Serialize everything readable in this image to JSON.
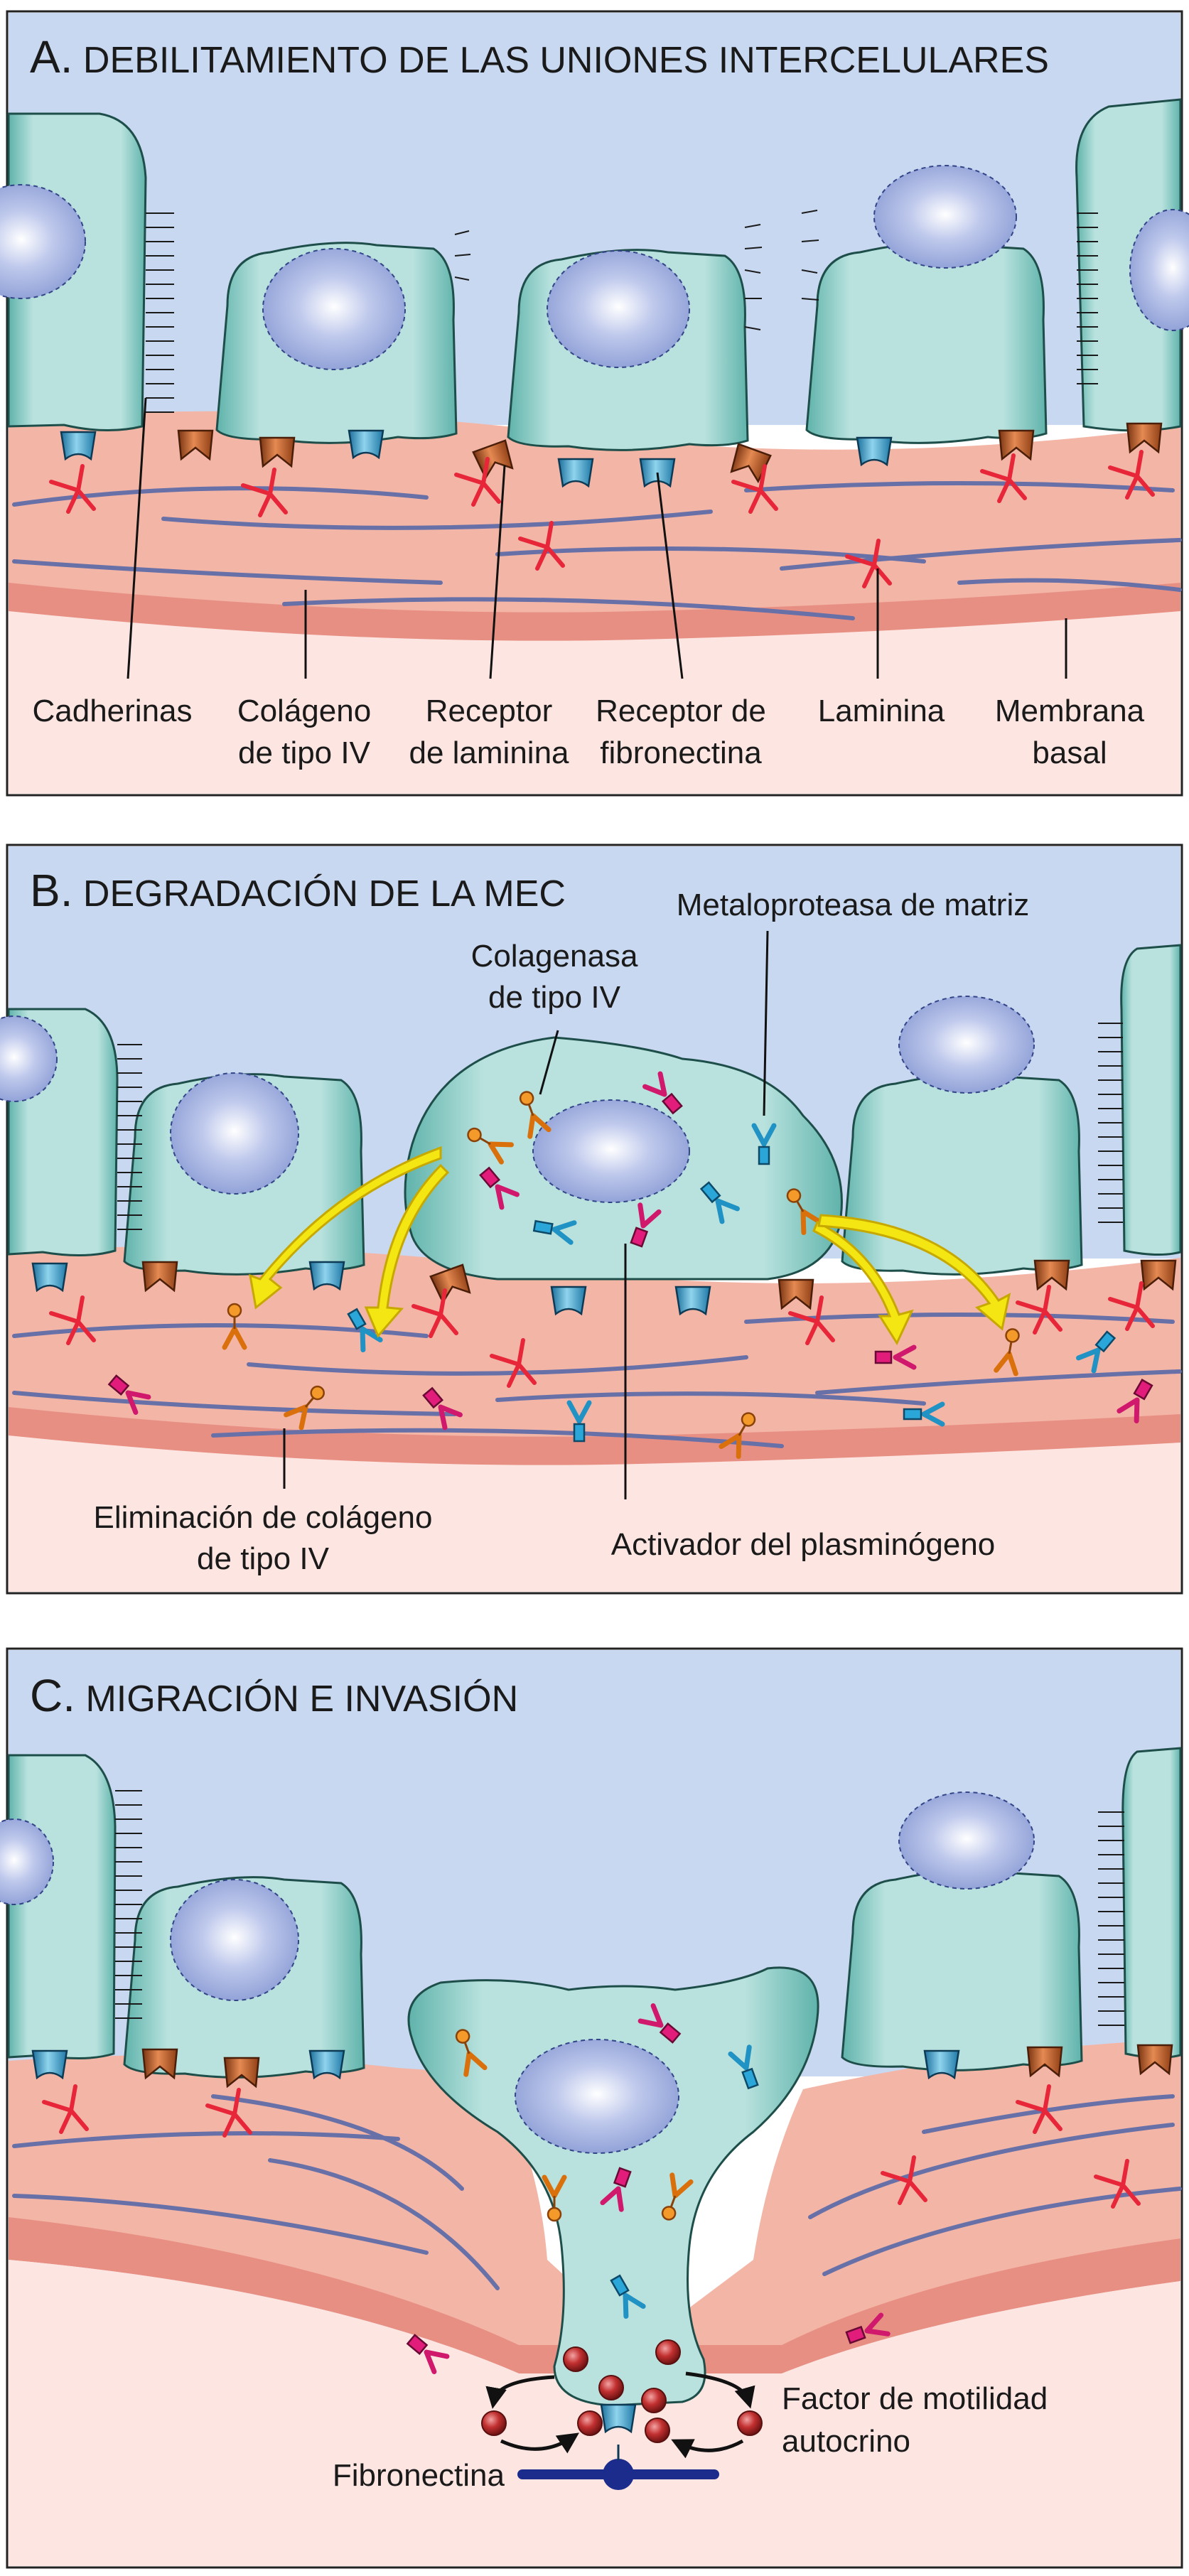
{
  "panels": [
    {
      "letter": "A.",
      "title": "DEBILITAMIENTO DE LAS UNIONES INTERCELULARES",
      "labels": {
        "cadherins": "Cadherinas",
        "collagen_1": "Colágeno",
        "collagen_2": "de tipo IV",
        "laminin_receptor_1": "Receptor",
        "laminin_receptor_2": "de laminina",
        "fibronectin_receptor_1": "Receptor de",
        "fibronectin_receptor_2": "fibronectina",
        "laminin": "Laminina",
        "basement_membrane_1": "Membrana",
        "basement_membrane_2": "basal"
      }
    },
    {
      "letter": "B.",
      "title": "DEGRADACIÓN DE LA MEC",
      "labels": {
        "collagenase_1": "Colagenasa",
        "collagenase_2": "de tipo IV",
        "mmp": "Metaloproteasa de matriz",
        "collagen_removal_1": "Eliminación de colágeno",
        "collagen_removal_2": "de tipo IV",
        "plasminogen_activator": "Activador del plasminógeno"
      }
    },
    {
      "letter": "C.",
      "title": "MIGRACIÓN E INVASIÓN",
      "labels": {
        "motility_factor_1": "Factor de motilidad",
        "motility_factor_2": "autocrino",
        "fibronectin": "Fibronectina"
      }
    }
  ],
  "colors": {
    "sky": "#c8d8f0",
    "tissue": "#f3b5a6",
    "membrane": "#e88f84",
    "below": "#fde6e2",
    "cell": "#b7e0dc",
    "cell_edge": "#1e4e4a",
    "nucleus": "#a9b8e4",
    "fiber": "#6870a8",
    "laminin_red": "#e8263a",
    "copper": "#c05a25",
    "cyan": "#2a98c8",
    "orange": "#f08a1e",
    "magenta": "#d81b74",
    "yellow": "#f4e612",
    "fibronectin": "#1c2c8c",
    "sphere": "#b22a2a"
  }
}
